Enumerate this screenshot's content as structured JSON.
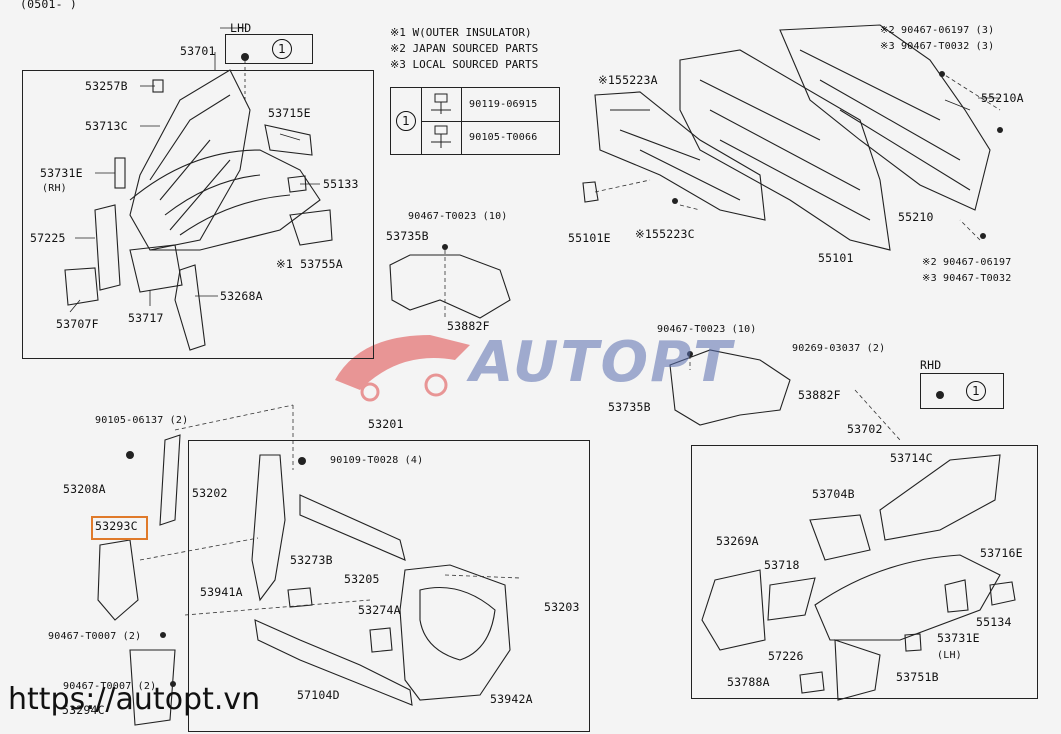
{
  "header": {
    "code": "(0501-      )"
  },
  "notes": [
    "※1 W(OUTER INSULATOR)",
    "※2 JAPAN SOURCED PARTS",
    "※3 LOCAL SOURCED PARTS"
  ],
  "table": {
    "key": "1",
    "rows": [
      "90119-06915",
      "90105-T0066"
    ]
  },
  "lhd": {
    "title": "LHD",
    "key": "1"
  },
  "rhd": {
    "title": "RHD",
    "key": "1"
  },
  "labels": {
    "p53701": "53701",
    "p53257b": "53257B",
    "p53713c": "53713C",
    "p53715e": "53715E",
    "p53731e_rh": "53731E",
    "rh": "(RH)",
    "p55133": "55133",
    "p57225": "57225",
    "p53755a": "※1 53755A",
    "p53707f": "53707F",
    "p53717": "53717",
    "p53268a": "53268A",
    "p155223a": "※155223A",
    "p55101e": "55101E",
    "p155223c": "※155223C",
    "p55101": "55101",
    "p55210": "55210",
    "p55210a": "55210A",
    "b_top2": "※2 90467-06197 (3)",
    "b_top3": "※3 90467-T0032 (3)",
    "b_bot2": "※2 90467-06197",
    "b_bot3": "※3 90467-T0032",
    "c90467_t0023a": "90467-T0023 (10)",
    "p53735b_a": "53735B",
    "p53882f_a": "53882F",
    "c90467_t0023b": "90467-T0023 (10)",
    "c90269": "90269-03037 (2)",
    "p53735b_b": "53735B",
    "p53882f_b": "53882F",
    "c90105": "90105-06137 (2)",
    "p53208a": "53208A",
    "p53293c": "53293C",
    "c90467_t0007a": "90467-T0007 (2)",
    "c90467_t0007b": "90467-T0007 (2)",
    "p53294c": "53294C",
    "p53201": "53201",
    "c90109": "90109-T0028 (4)",
    "p53202": "53202",
    "p53273b": "53273B",
    "p53205": "53205",
    "p53941a": "53941A",
    "p53274a": "53274A",
    "p53203": "53203",
    "p57104d": "57104D",
    "p53942a": "53942A",
    "p53702": "53702",
    "p53714c": "53714C",
    "p53704b": "53704B",
    "p53269a": "53269A",
    "p53716e": "53716E",
    "p53718": "53718",
    "p55134": "55134",
    "p53731e_lh": "53731E",
    "lh": "(LH)",
    "p57226": "57226",
    "p53788a": "53788A",
    "p53751b": "53751B"
  },
  "watermark": "AUTOPT",
  "url": "https://autopt.vn"
}
